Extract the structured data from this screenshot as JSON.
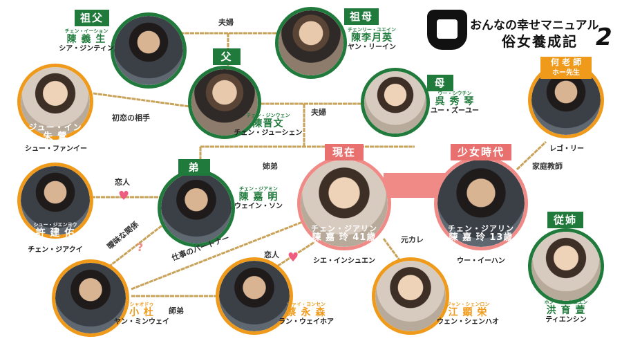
{
  "logo": {
    "line1": "おんなの幸せマニュアル",
    "line2": "俗女養成記",
    "number": "2"
  },
  "relations": {
    "grand_couple": "夫婦",
    "parents_couple": "夫婦",
    "first_love": "初恋の相手",
    "siblings": "姉弟",
    "lovers_left": "恋人",
    "ambiguous": "曖昧な関係",
    "question": "?",
    "work_partner": "仕事のパートナー",
    "lovers_center": "恋人",
    "ex": "元カレ",
    "junior": "師弟",
    "tutor": "家庭教師"
  },
  "people": {
    "grandfather": {
      "role": "祖父",
      "ruby": "チェン・イーション",
      "kanji": "陳 義 生",
      "actor": "シア・ジンティン"
    },
    "grandmother": {
      "role": "祖母",
      "ruby": "チェンリー・ユエイン",
      "kanji": "陳李月英",
      "actor": "ヤン・リーイン"
    },
    "father": {
      "role": "父",
      "ruby": "チェン・ジンウェン",
      "kanji": "陳晋文",
      "actor": "チェン・ジューシェン"
    },
    "mother": {
      "role": "母",
      "ruby": "ウー・シウチン",
      "kanji": "呉 秀 琴",
      "actor": "ユー・ズーユー"
    },
    "first_love": {
      "ruby": "ジュー・イン",
      "kanji": "朱 鶯",
      "actor": "シュー・ファンイー"
    },
    "teacher": {
      "role_line1": "何 老 師",
      "role_line2": "ホー先生",
      "actor": "レゴ・リー"
    },
    "brother": {
      "role": "弟",
      "ruby": "チェン・ジアミン",
      "kanji": "陳 嘉 明",
      "actor": "ウェイン・ソン"
    },
    "present": {
      "role": "現在",
      "ruby": "チェン・ジアリン",
      "kanji": "陳 嘉 玲 41歳",
      "actor": "シエ・インシュエン"
    },
    "young": {
      "role": "少女時代",
      "ruby": "チェン・ジアリン",
      "kanji": "陳 嘉 玲 13歳",
      "actor": "ウー・イーハン"
    },
    "xu": {
      "ruby": "シュー・ジエンヨウ",
      "kanji": "許 建 佑",
      "actor": "チェン・ジアクイ"
    },
    "cousin": {
      "role": "従姉",
      "ruby": "ホン・ユーシュエン",
      "kanji": "洪 育 萱",
      "actor": "ティエンシン"
    },
    "xiaodu": {
      "ruby": "シャオドゥ",
      "kanji": "小 杜",
      "actor": "ヤン・ミンウェイ"
    },
    "cai": {
      "ruby": "ツァイ・ヨンセン",
      "kanji": "蔡 永 森",
      "actor": "ラン・ウェイホア"
    },
    "jiang": {
      "ruby": "ジャン・シェンロン",
      "kanji": "江 顕 栄",
      "actor": "ウェン・シェンハオ"
    }
  },
  "colors": {
    "family_green": "#1f7a3b",
    "friend_orange": "#ef9a1a",
    "heroine_pink": "#e8716f",
    "line_gold": "#c9a35a",
    "heart": "#ee5c7f"
  }
}
